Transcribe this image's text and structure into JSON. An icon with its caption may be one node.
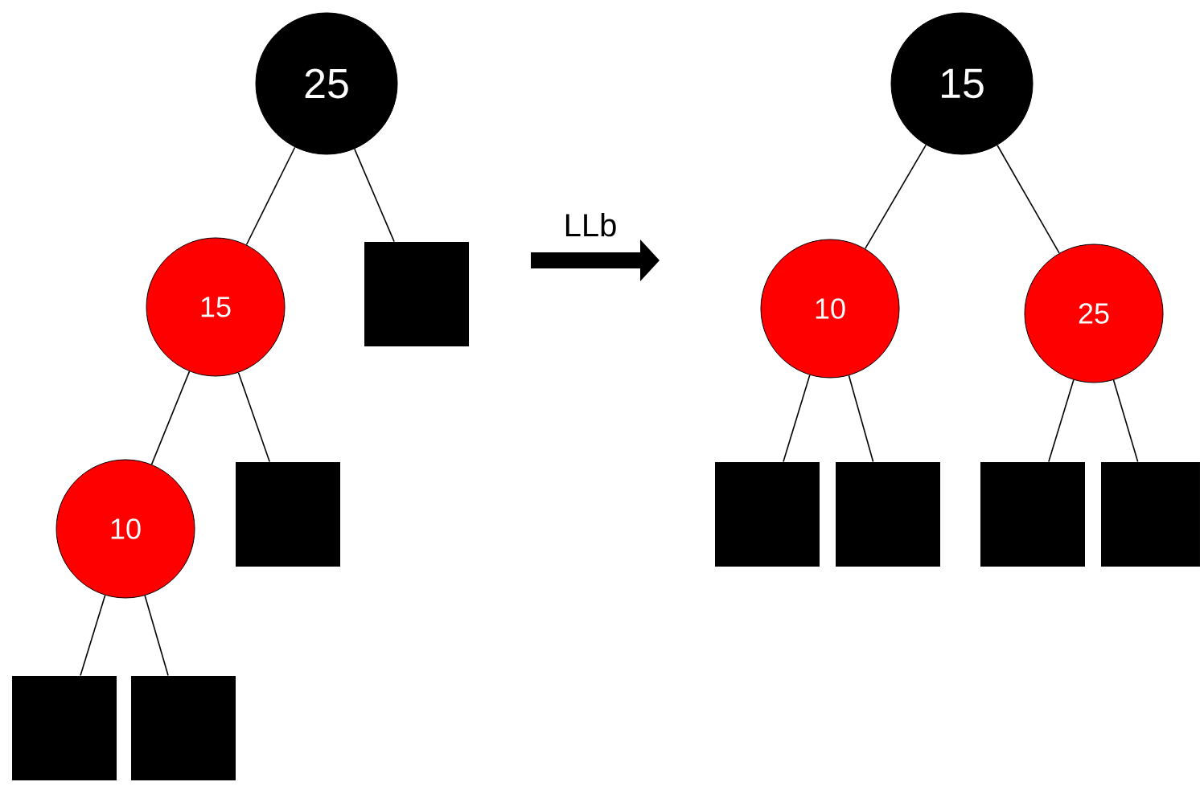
{
  "diagram": {
    "nodes": [
      {
        "text": [
          "25"
        ]
      },
      {
        "text": [
          "15"
        ]
      },
      {
        "text": [],
        "shape": "box"
      },
      {
        "text": [
          "10"
        ]
      },
      {
        "text": [],
        "shape": "box"
      },
      {
        "text": [],
        "shape": "box"
      },
      {
        "text": [],
        "shape": "box"
      },
      {
        "text": [
          "15"
        ]
      },
      {
        "text": [
          "10"
        ]
      },
      {
        "text": [
          "25"
        ]
      },
      {
        "text": [],
        "shape": "box"
      },
      {
        "text": [],
        "shape": "box"
      },
      {
        "text": [],
        "shape": "box"
      },
      {
        "text": [],
        "shape": "box"
      }
    ],
    "edges": [
      {
        "from": 0,
        "to": 1,
        "arrow": "none"
      },
      {
        "from": 0,
        "to": 2,
        "arrow": "none"
      },
      {
        "from": 1,
        "to": 3,
        "arrow": "none"
      },
      {
        "from": 1,
        "to": 4,
        "arrow": "none"
      },
      {
        "from": 3,
        "to": 5,
        "arrow": "none"
      },
      {
        "from": 3,
        "to": 6,
        "arrow": "none"
      },
      {
        "from": 7,
        "to": 8,
        "arrow": "none"
      },
      {
        "from": 7,
        "to": 9,
        "arrow": "none"
      },
      {
        "from": 8,
        "to": 10,
        "arrow": "none"
      },
      {
        "from": 8,
        "to": 11,
        "arrow": "none"
      },
      {
        "from": 9,
        "to": 12,
        "arrow": "none"
      },
      {
        "from": 9,
        "to": 13,
        "arrow": "none"
      }
    ],
    "labels": [
      "LLb"
    ]
  }
}
